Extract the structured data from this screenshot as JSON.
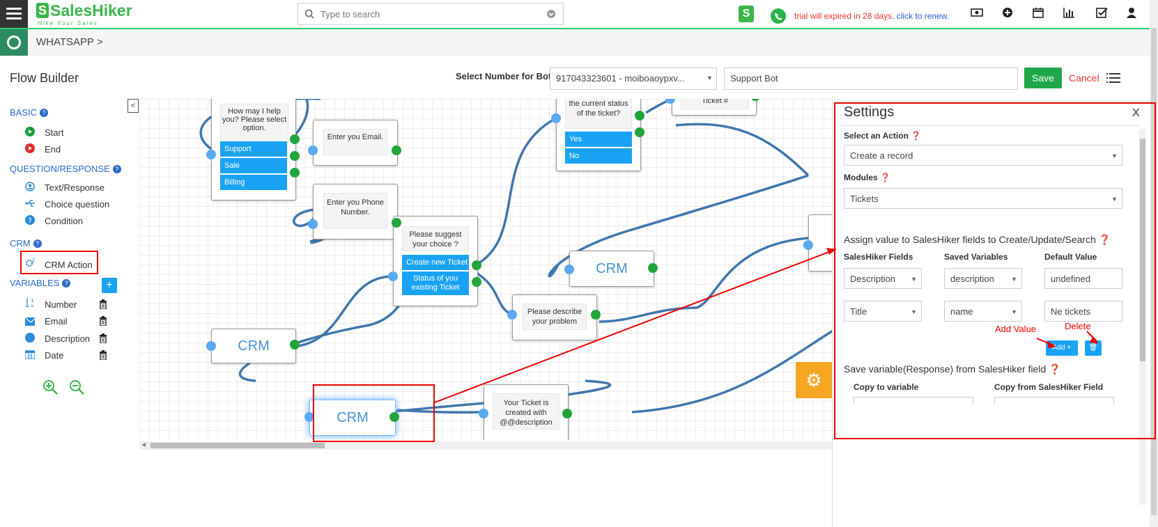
{
  "header": {
    "brand_initial": "S",
    "brand_name": "SalesHiker",
    "brand_tagline": "Hike Your Sales",
    "search_placeholder": "Type to search",
    "trial_notice": "trial will expired in 28 days.",
    "renew_link": "click to renew.",
    "icons": [
      "saleshiker-s-icon",
      "whatsapp-icon",
      "money-icon",
      "plus-circle-icon",
      "calendar-icon",
      "bar-chart-icon",
      "checkbox-icon",
      "user-icon"
    ]
  },
  "breadcrumb": {
    "section": "WHATSAPP",
    "separator": ">"
  },
  "flow_header": {
    "title": "Flow Builder",
    "select_number_label": "Select Number for Bot",
    "selected_number": "917043323601 - moiboaoypxv...",
    "bot_name": "Support Bot",
    "save_label": "Save",
    "cancel_label": "Cancel"
  },
  "sidebar": {
    "basic_heading": "BASIC",
    "basic_items": [
      "Start",
      "End"
    ],
    "qr_heading": "QUESTION/RESPONSE",
    "qr_items": [
      "Text/Response",
      "Choice question",
      "Condition"
    ],
    "crm_heading": "CRM",
    "crm_items": [
      "CRM Action"
    ],
    "variables_heading": "VARIABLES",
    "variable_items": [
      "Number",
      "Email",
      "Description",
      "Date"
    ]
  },
  "canvas": {
    "node_help": {
      "text": "How may I help you? Please select option.",
      "options": [
        "Support",
        "Sale",
        "Billing"
      ]
    },
    "node_email": "Enter you Email.",
    "node_phone": "Enter you Phone Number.",
    "node_suggest": {
      "text": "Please suggest your choice ?",
      "options": [
        "Create new Ticket",
        "Status of you existing Ticket"
      ]
    },
    "node_status": {
      "text": "the current status of the ticket?",
      "options": [
        "Yes",
        "No"
      ]
    },
    "node_ticket": "Ticket #",
    "node_describe": "Please describe your problem",
    "node_created": "Your Ticket is created with @@description",
    "crm_label": "CRM"
  },
  "settings": {
    "title": "Settings",
    "close": "X",
    "select_action_label": "Select an Action",
    "select_action_value": "Create a record",
    "modules_label": "Modules",
    "modules_value": "Tickets",
    "assign_heading": "Assign value to SalesHiker fields to Create/Update/Search",
    "col_fields": "SalesHiker Fields",
    "col_saved": "Saved Variables",
    "col_default": "Default Value",
    "rows": [
      {
        "field": "Description",
        "variable": "description",
        "default": "undefined"
      },
      {
        "field": "Title",
        "variable": "name",
        "default": "Ne tickets"
      }
    ],
    "add_label": "Add",
    "save_var_heading": "Save variable(Response) from SalesHiker field",
    "copy_to_label": "Copy to variable",
    "copy_from_label": "Copy from SalesHiker Field"
  },
  "annotations": {
    "add_value": "Add Value",
    "delete": "Delete"
  }
}
